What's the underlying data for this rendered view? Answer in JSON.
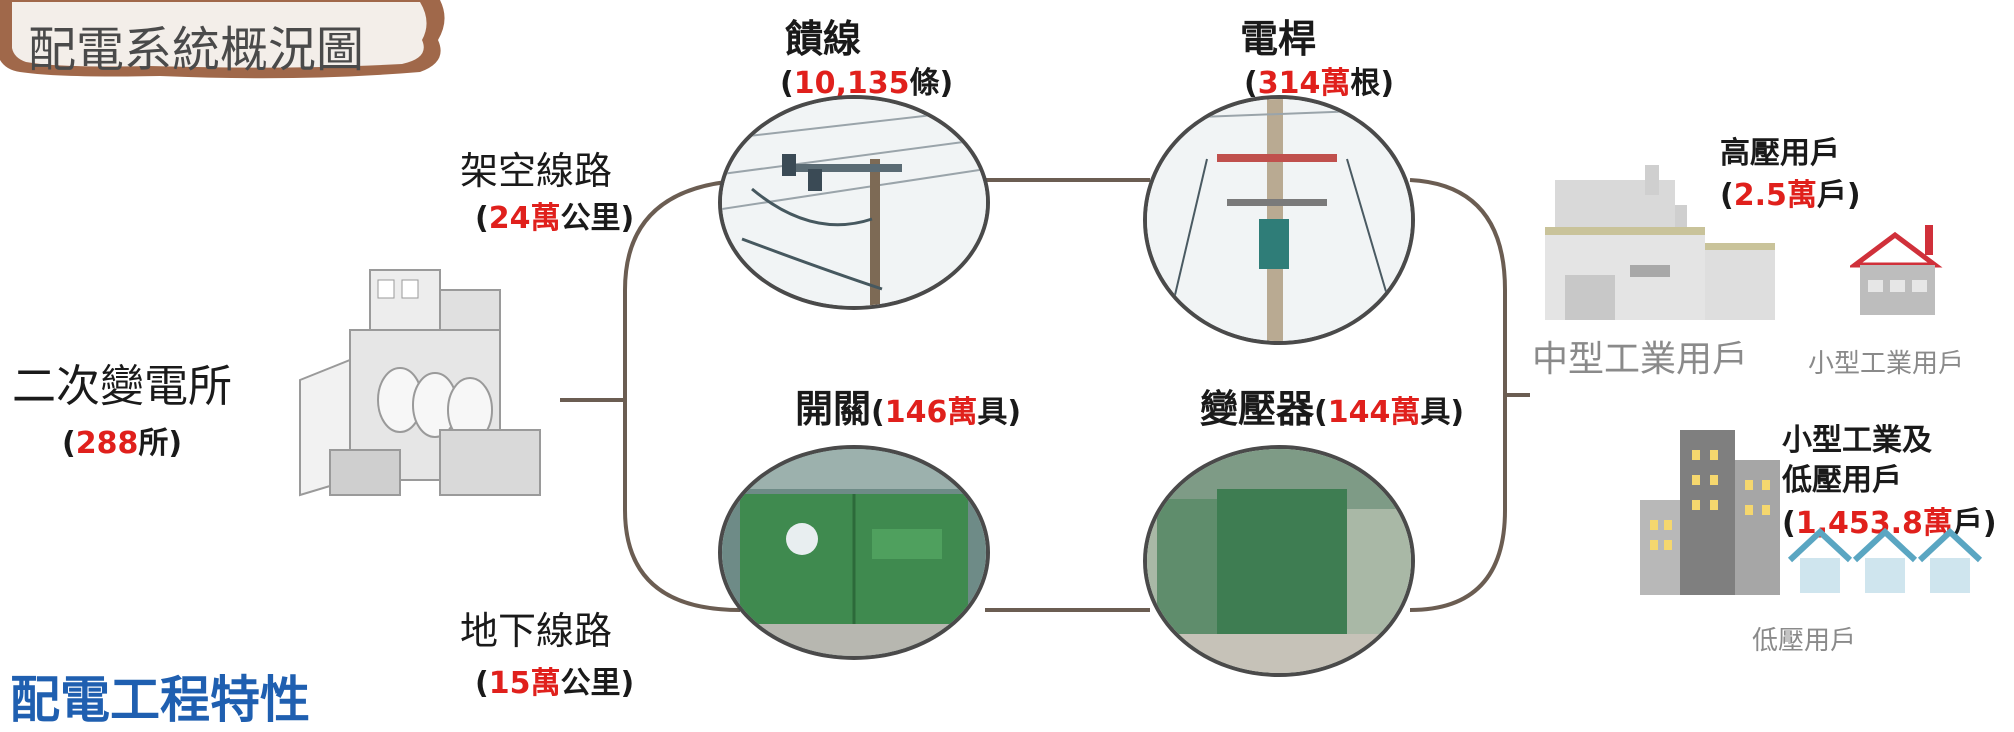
{
  "banner_title": "配電系統概況圖",
  "footer_title": "配電工程特性",
  "substation": {
    "label": "二次變電所",
    "count_num": "288",
    "count_unit": "所"
  },
  "overhead": {
    "label": "架空線路",
    "num": "24萬",
    "unit": "公里"
  },
  "underground": {
    "label": "地下線路",
    "num": "15萬",
    "unit": "公里"
  },
  "feeder": {
    "label": "饋線",
    "num": "10,135",
    "unit": "條"
  },
  "pole": {
    "label": "電桿",
    "num": "314萬",
    "unit": "根"
  },
  "switch": {
    "label": "開關",
    "num": "146萬",
    "unit": "具"
  },
  "transformer": {
    "label": "變壓器",
    "num": "144萬",
    "unit": "具"
  },
  "hv_customer": {
    "label": "高壓用戶",
    "num": "2.5萬",
    "unit": "戶"
  },
  "medium_industry": "中型工業用戶",
  "small_industry": "小型工業用戶",
  "lv_customer": {
    "label_line1": "小型工業及",
    "label_line2": "低壓用戶",
    "num": "1,453.8萬",
    "unit": "戶"
  },
  "low_voltage": "低壓用戶",
  "colors": {
    "highlight_red": "#e0201c",
    "footer_blue": "#1f5fb0",
    "banner_brown": "#a0684a"
  }
}
